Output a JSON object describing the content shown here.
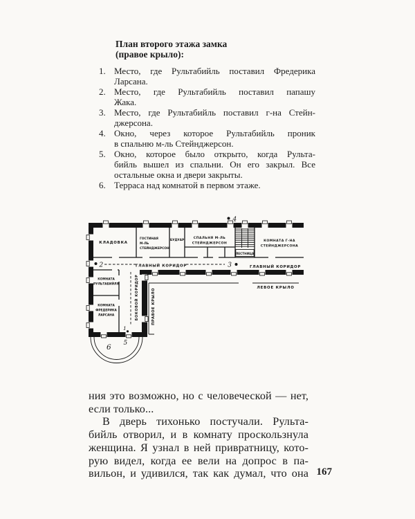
{
  "page": {
    "number": "167",
    "paper_color": "#faf9f6",
    "ink_color": "#1c1c1c"
  },
  "title": {
    "line1": "План второго этажа замка",
    "line2": "(правое крыло):"
  },
  "list": {
    "items": [
      {
        "num": "1.",
        "lines": [
          "Место, где Рультабийль поставил Фредерика",
          "Ларсана."
        ]
      },
      {
        "num": "2.",
        "lines": [
          "Место, где Рультабийль поставил папашу",
          "Жака."
        ]
      },
      {
        "num": "3.",
        "lines": [
          "Место, где Рультабийль поставил г-на Стейн-",
          "джерсона."
        ]
      },
      {
        "num": "4.",
        "lines": [
          "Окно, через которое Рультабийль проник",
          "в спальню м-ль Стейнджерсон."
        ]
      },
      {
        "num": "5.",
        "lines": [
          "Окно, которое было открыто, когда Рульта-",
          "бийль вышел из спальни. Он его закрыл. Все",
          "остальные окна и двери закрыты."
        ]
      },
      {
        "num": "6.",
        "lines": [
          "Терраса над комнатой в первом этаже."
        ]
      }
    ]
  },
  "plan": {
    "rooms": {
      "kladovka": "КЛАДОВКА",
      "gostinaya_l1": "ГОСТИНАЯ",
      "gostinaya_l2": "М-ЛЬ",
      "gostinaya_l3": "СТЕЙНДЖЕРСОН",
      "buduar": "БУДУАР",
      "spalnya_l1": "СПАЛЬНЯ М-ЛЬ",
      "spalnya_l2": "СТЕЙНДЖЕРСОН",
      "lestnitsa": "ЛЕСТНИЦА",
      "stangerson_l1": "КОМНАТА Г-НА",
      "stangerson_l2": "СТЕЙНДЖЕРСОНА",
      "rouletabille_l1": "КОМНАТА",
      "rouletabille_l2": "РУЛЬТАБИЙЛЯ",
      "larsan_l1": "КОМНАТА",
      "larsan_l2": "ФРЕДЕРИКА",
      "larsan_l3": "ЛАРСАНА"
    },
    "labels": {
      "main_corridor_left": "ГЛАВНЫЙ КОРИДОР",
      "main_corridor_right": "ГЛАВНЫЙ КОРИДОР",
      "side_corridor": "БОКОВОЙ КОРИДОР",
      "right_wing": "ПРАВОЕ КРЫЛО",
      "left_wing": "ЛЕВОЕ КРЫЛО"
    },
    "points": {
      "p1": "1",
      "p2": "2",
      "p3": "3",
      "p4": "4",
      "p5": "5",
      "p6": "6"
    }
  },
  "body": {
    "paragraphs": [
      {
        "lines": [
          "ния это возможно, но с человеческой — нет,",
          "если только..."
        ]
      },
      {
        "lines": [
          "В дверь тихонько постучали. Рульта-",
          "бийль отворил, и в комнату проскользнула",
          "женщина. Я узнал в ней привратницу, кото-",
          "рую видел, когда ее вели на допрос в па-",
          "вильон, и удивился, так как думал, что она"
        ]
      }
    ]
  }
}
